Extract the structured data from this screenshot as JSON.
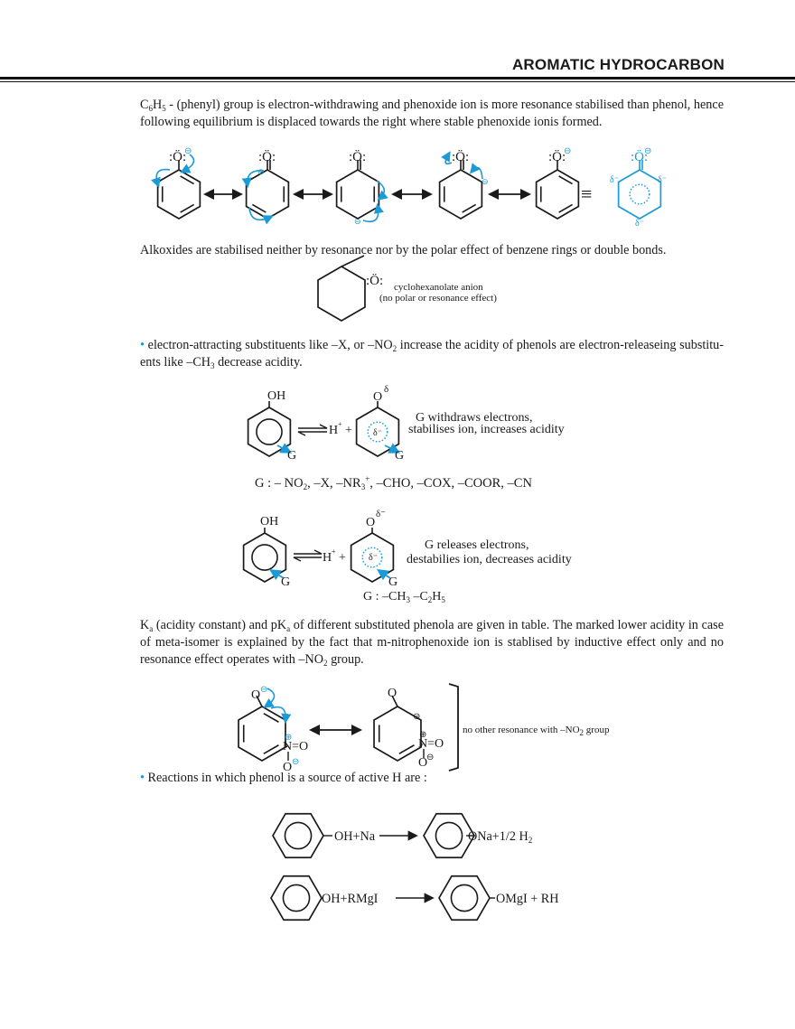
{
  "header": {
    "title": "AROMATIC HYDROCARBON"
  },
  "para1": {
    "a": "C",
    "a_sub": "6",
    "b": "H",
    "b_sub": "5",
    "c": " - (phenyl) group is electron-withdrawing and phenoxide ion is more resonance stabilised than phenol, hence following equilibrium is displaced towards the right where stable phenoxide ionis formed."
  },
  "resonance": {
    "o_lone": ":Ö:",
    "o_minus": "⊖",
    "delta": "δ⁻",
    "equiv": "≡"
  },
  "para2": "Alkoxides are stabilised neither by resonance nor by the polar effect of benzene rings or double bonds.",
  "cyclohexanolate": {
    "o": ":Ö:",
    "line1": "cyclohexanolate anion",
    "line2": "(no polar or resonance effect)"
  },
  "para3": {
    "bullet": "•",
    "a": " electron-attracting substituents like –X, or –NO",
    "a_sub": "2",
    "b": " increase the acidity of phenols are electron-releaseing substitu-ents like –CH",
    "b_sub": "3",
    "c": " decrease acidity."
  },
  "withdraw": {
    "oh": "OH",
    "g": "G",
    "h": "H",
    "h_sup": "+",
    "plus": "+",
    "o": "O",
    "o_sup": "δ",
    "delta": "δ⁻",
    "text1": "G withdraws electrons,",
    "text2": "stabilises ion, increases acidity",
    "glist": {
      "a": "G : – NO",
      "a_sub": "2",
      "b": ", –X, –NR",
      "b_sub": "3",
      "b_sup": "+",
      "c": ", –CHO, –COX, –COOR, –CN"
    }
  },
  "release": {
    "oh": "OH",
    "g": "G",
    "h": "H",
    "h_sup": "+",
    "plus": "+",
    "o": "O",
    "o_sup": "δ⁻",
    "delta": "δ⁻",
    "text1": "G releases electrons,",
    "text2": "destabilies ion, decreases acidity",
    "glist": {
      "a": "G : –CH",
      "a_sub": "3",
      "b": " –C",
      "b_sub": "2",
      "c": "H",
      "c_sub": "5"
    }
  },
  "para4": {
    "a": "K",
    "a_sub": "a",
    "b": " (acidity constant) and pK",
    "b_sub": "a",
    "c": " of different substituted phenola are given in table. The marked lower acidity in case of meta-isomer is explained by the fact that m-nitrophenoxide ion is stablised by inductive effect only and no resonance effect operates with –NO",
    "c_sub": "2",
    "d": " group."
  },
  "meta": {
    "o": "O",
    "minus": "⊖",
    "plus": "⊕",
    "no": "N=O",
    "note_a": "no other resonance with –NO",
    "note_sub": "2",
    "note_b": " group"
  },
  "para5": {
    "bullet": "•",
    "text": " Reactions in which phenol is a source of active H are :"
  },
  "reactions": [
    {
      "reactant": "OH+Na",
      "product": "ONa+1/2 H",
      "product_sub": "2"
    },
    {
      "reactant": "OH+RMgI",
      "product": "OMgI + RH",
      "product_sub": ""
    }
  ],
  "colors": {
    "accent": "#1a9ad6",
    "text": "#1a1a1a"
  }
}
